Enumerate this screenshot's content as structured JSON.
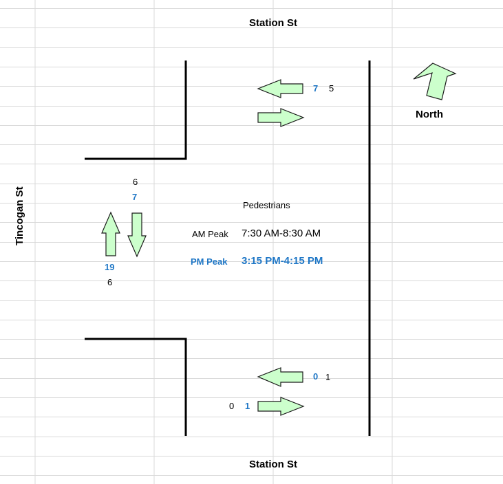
{
  "streets": {
    "north": "Station St",
    "south": "Station St",
    "west": "Tincogan St"
  },
  "compass_label": "North",
  "legend": {
    "title": "Pedestrians",
    "am_label": "AM Peak",
    "am_time": "7:30 AM-8:30 AM",
    "pm_label": "PM Peak",
    "pm_time": "3:15 PM-4:15 PM"
  },
  "counts": {
    "north_west": {
      "pm": "7",
      "am": "5"
    },
    "west_top": {
      "am": "6",
      "pm": "7"
    },
    "west_bottom": {
      "pm": "19",
      "am": "6"
    },
    "south_west": {
      "pm": "0",
      "am": "1"
    },
    "south_east": {
      "am": "0",
      "pm": "1"
    }
  },
  "colors": {
    "pm": "#1f77c6",
    "am": "#000000",
    "arrow_fill": "#ccffcc",
    "arrow_stroke": "#1a1a1a",
    "grid": "#d9d9d9"
  }
}
